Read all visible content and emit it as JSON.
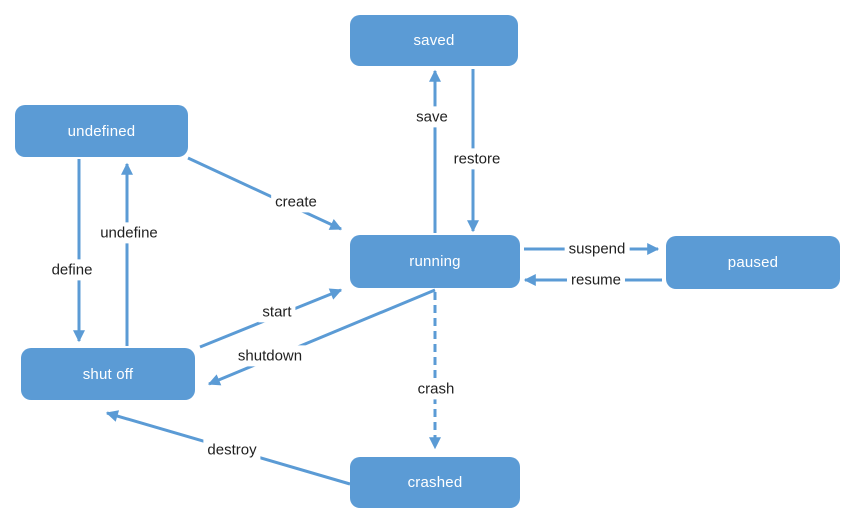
{
  "colors": {
    "node_fill": "#5b9bd5",
    "node_text": "#ffffff",
    "edge_color": "#5b9bd5",
    "label_text": "#1f1f1f",
    "background": "#ffffff"
  },
  "diagram": {
    "type": "state-diagram",
    "description": "Virtual machine lifecycle state diagram",
    "nodes": [
      {
        "id": "saved",
        "label": "saved"
      },
      {
        "id": "undefined",
        "label": "undefined"
      },
      {
        "id": "running",
        "label": "running"
      },
      {
        "id": "paused",
        "label": "paused"
      },
      {
        "id": "shut_off",
        "label": "shut off"
      },
      {
        "id": "crashed",
        "label": "crashed"
      }
    ],
    "edges": [
      {
        "label": "save",
        "from": "running",
        "to": "saved",
        "style": "solid"
      },
      {
        "label": "restore",
        "from": "saved",
        "to": "running",
        "style": "solid"
      },
      {
        "label": "create",
        "from": "undefined",
        "to": "running",
        "style": "solid"
      },
      {
        "label": "define",
        "from": "undefined",
        "to": "shut_off",
        "style": "solid"
      },
      {
        "label": "undefine",
        "from": "shut_off",
        "to": "undefined",
        "style": "solid"
      },
      {
        "label": "start",
        "from": "shut_off",
        "to": "running",
        "style": "solid"
      },
      {
        "label": "shutdown",
        "from": "running",
        "to": "shut_off",
        "style": "solid"
      },
      {
        "label": "suspend",
        "from": "running",
        "to": "paused",
        "style": "solid"
      },
      {
        "label": "resume",
        "from": "paused",
        "to": "running",
        "style": "solid"
      },
      {
        "label": "crash",
        "from": "running",
        "to": "crashed",
        "style": "dashed"
      },
      {
        "label": "destroy",
        "from": "crashed",
        "to": "shut_off",
        "style": "solid"
      }
    ]
  }
}
